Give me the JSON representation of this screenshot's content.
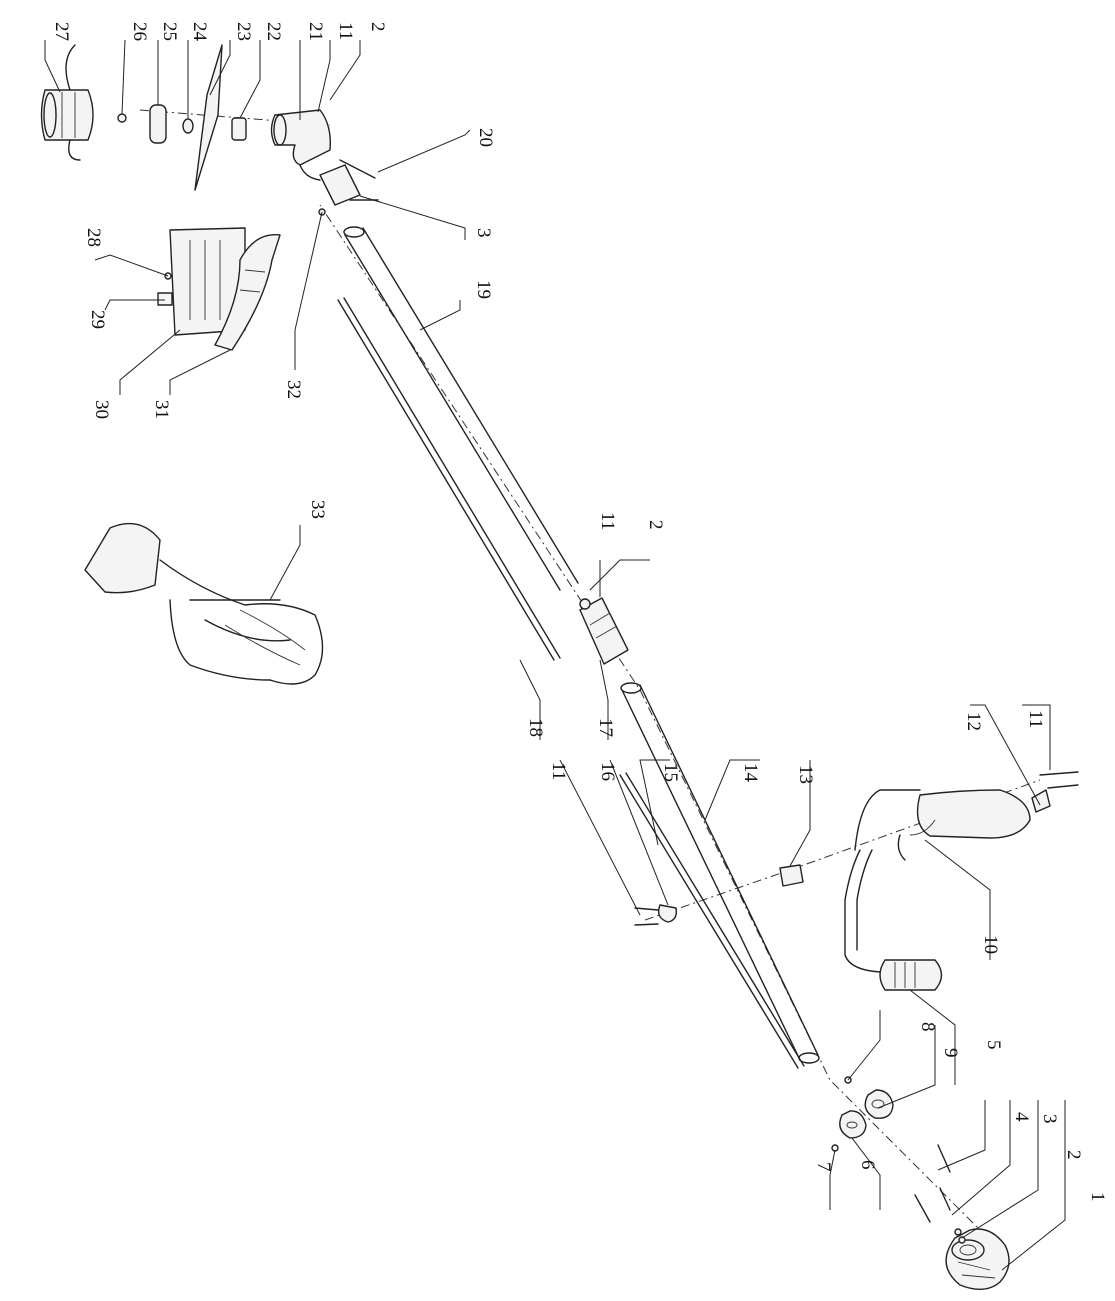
{
  "callouts": [
    {
      "id": "c1",
      "label": "1"
    },
    {
      "id": "c2a",
      "label": "2"
    },
    {
      "id": "c3a",
      "label": "3"
    },
    {
      "id": "c4",
      "label": "4"
    },
    {
      "id": "c5",
      "label": "5"
    },
    {
      "id": "c6",
      "label": "6"
    },
    {
      "id": "c7",
      "label": "7"
    },
    {
      "id": "c8",
      "label": "8"
    },
    {
      "id": "c9",
      "label": "9"
    },
    {
      "id": "c10",
      "label": "10"
    },
    {
      "id": "c11a",
      "label": "11"
    },
    {
      "id": "c12",
      "label": "12"
    },
    {
      "id": "c13",
      "label": "13"
    },
    {
      "id": "c14",
      "label": "14"
    },
    {
      "id": "c15",
      "label": "15"
    },
    {
      "id": "c16",
      "label": "16"
    },
    {
      "id": "c11b",
      "label": "11"
    },
    {
      "id": "c17",
      "label": "17"
    },
    {
      "id": "c18",
      "label": "18"
    },
    {
      "id": "c2b",
      "label": "2"
    },
    {
      "id": "c11c",
      "label": "11"
    },
    {
      "id": "c33",
      "label": "33"
    },
    {
      "id": "c19",
      "label": "19"
    },
    {
      "id": "c3b",
      "label": "3"
    },
    {
      "id": "c20",
      "label": "20"
    },
    {
      "id": "c32",
      "label": "32"
    },
    {
      "id": "c31",
      "label": "31"
    },
    {
      "id": "c30",
      "label": "30"
    },
    {
      "id": "c29",
      "label": "29"
    },
    {
      "id": "c28",
      "label": "28"
    },
    {
      "id": "c2c",
      "label": "2"
    },
    {
      "id": "c11d",
      "label": "11"
    },
    {
      "id": "c21",
      "label": "21"
    },
    {
      "id": "c22",
      "label": "22"
    },
    {
      "id": "c23",
      "label": "23"
    },
    {
      "id": "c24",
      "label": "24"
    },
    {
      "id": "c25",
      "label": "25"
    },
    {
      "id": "c26",
      "label": "26"
    },
    {
      "id": "c27",
      "label": "27"
    }
  ]
}
